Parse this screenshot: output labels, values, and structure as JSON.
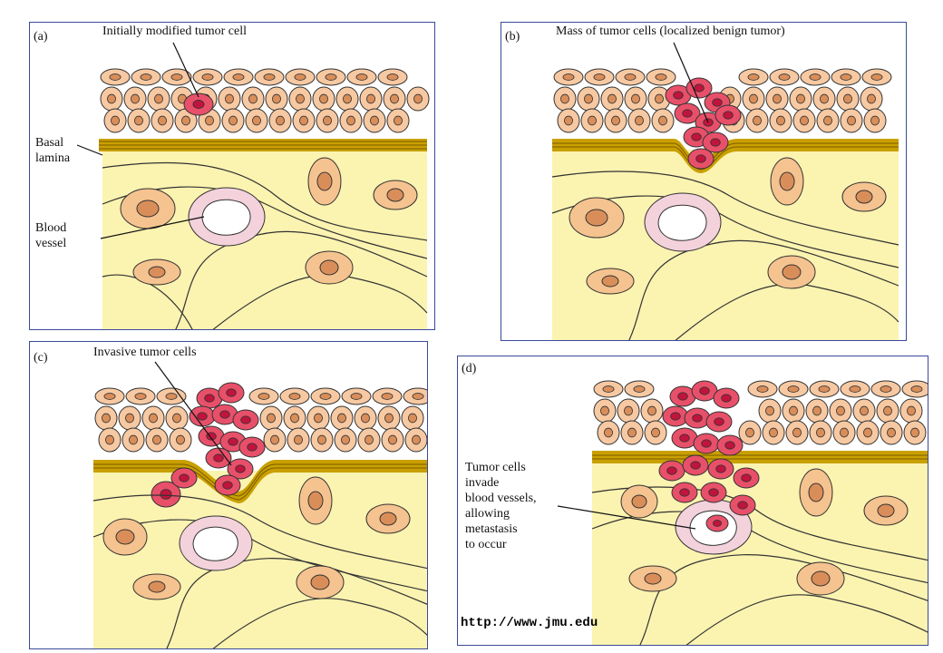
{
  "panels": [
    {
      "id": "a",
      "label": "(a)",
      "caption": "Initially modified tumor cell",
      "side_labels": [
        {
          "key": "lamina",
          "text": "Basal\nlamina"
        },
        {
          "key": "vessel",
          "text": "Blood\nvessel"
        }
      ]
    },
    {
      "id": "b",
      "label": "(b)",
      "caption": "Mass of tumor cells (localized benign tumor)"
    },
    {
      "id": "c",
      "label": "(c)",
      "caption": "Invasive tumor  cells"
    },
    {
      "id": "d",
      "label": "(d)",
      "caption": "",
      "side_labels": [
        {
          "key": "invade",
          "text": "Tumor cells\ninvade\nblood vessels,\nallowing\nmetastasis\nto occur"
        }
      ]
    }
  ],
  "watermark": "http://www.jmu.edu",
  "colors": {
    "epithelium": "#f7c9a2",
    "epithelium_nucleus": "#d98e5a",
    "tumor": "#e8506a",
    "tumor_nucleus": "#c0143c",
    "lamina": "#c9a000",
    "stroma": "#fbf3b0",
    "vessel_wall": "#f3d2dc",
    "border": "#3a4a9a"
  }
}
